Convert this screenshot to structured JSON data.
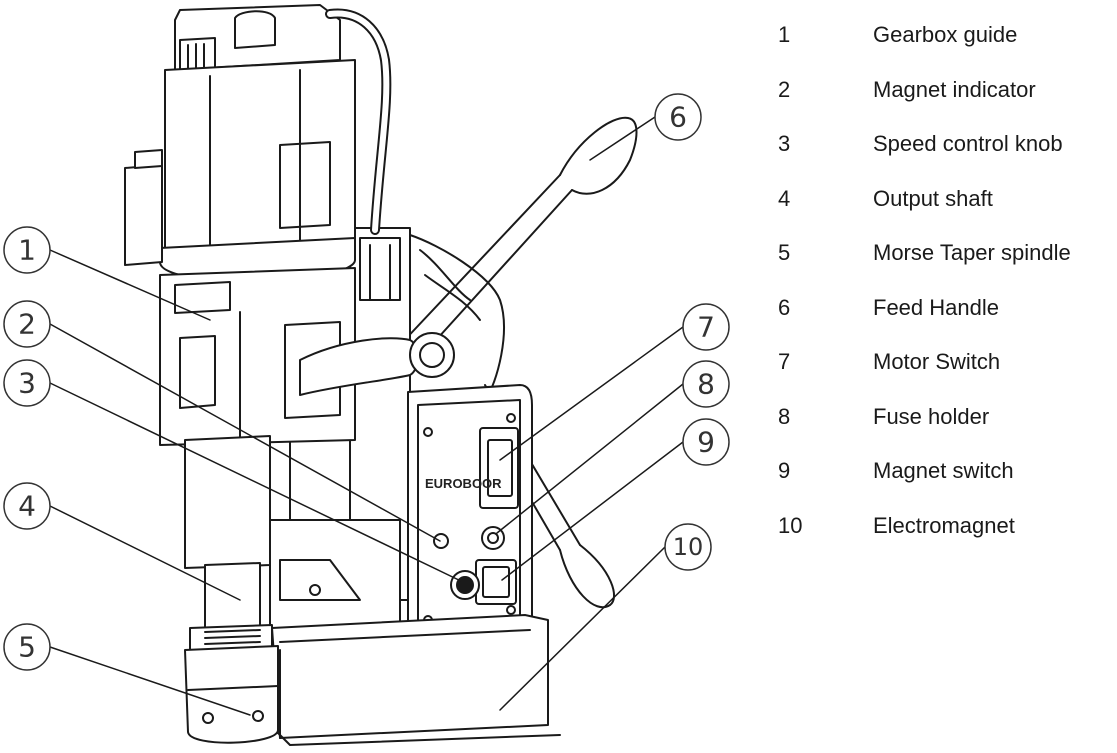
{
  "brand_plate": "EUROBOOR",
  "parts": [
    {
      "number": "1",
      "label": "Gearbox guide"
    },
    {
      "number": "2",
      "label": "Magnet indicator"
    },
    {
      "number": "3",
      "label": "Speed control knob"
    },
    {
      "number": "4",
      "label": "Output shaft"
    },
    {
      "number": "5",
      "label": "Morse Taper spindle"
    },
    {
      "number": "6",
      "label": "Feed Handle"
    },
    {
      "number": "7",
      "label": "Motor Switch"
    },
    {
      "number": "8",
      "label": "Fuse holder"
    },
    {
      "number": "9",
      "label": "Magnet switch"
    },
    {
      "number": "10",
      "label": "Electromagnet"
    }
  ]
}
